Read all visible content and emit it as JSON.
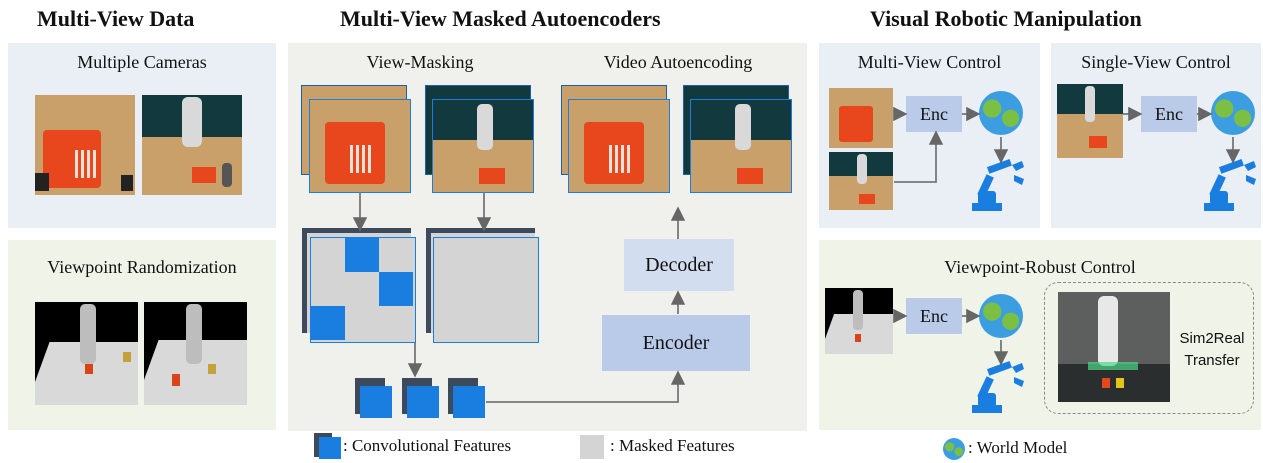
{
  "sections": {
    "left_title": "Multi-View Data",
    "middle_title": "Multi-View Masked Autoencoders",
    "right_title": "Visual Robotic Manipulation"
  },
  "left": {
    "cameras_label": "Multiple Cameras",
    "randomization_label": "Viewpoint Randomization"
  },
  "middle": {
    "view_masking_label": "View-Masking",
    "video_autoencoding_label": "Video Autoencoding",
    "decoder_label": "Decoder",
    "encoder_label": "Encoder"
  },
  "right": {
    "multi_view_label": "Multi-View Control",
    "single_view_label": "Single-View Control",
    "robust_label": "Viewpoint-Robust Control",
    "enc_label": "Enc",
    "sim2real_line1": "Sim2Real",
    "sim2real_line2": "Transfer"
  },
  "legend": {
    "conv_features": ": Convolutional Features",
    "masked_features": ": Masked Features",
    "world_model": ": World Model"
  },
  "colors": {
    "panel_blue": "#e9eff5",
    "panel_green": "#eff3e8",
    "feature_blue": "#1a7ee0",
    "feature_dark": "#3c4a5c",
    "masked_gray": "#d4d4d4",
    "box_blue": "#b9cbe8"
  }
}
